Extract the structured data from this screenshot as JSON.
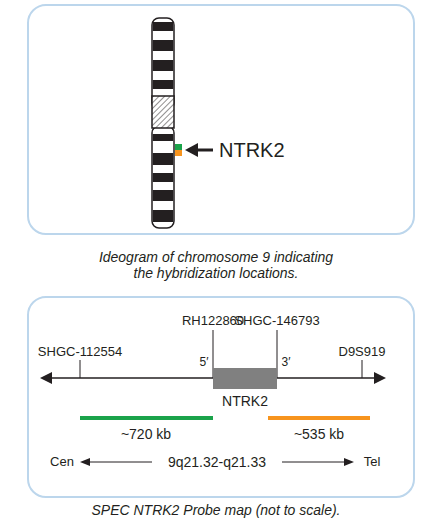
{
  "diagram": {
    "nodes": [
      {
        "text": [
          "NTRK2"
        ]
      }
    ],
    "labels": [
      "NTRK2",
      "Ideogram of chromosome 9 indicating the hybridization locations.",
      "SHGC-112554",
      "RH122860",
      "SHGC-146793",
      "D9S919",
      "5′",
      "3′",
      "~720 kb",
      "~535 kb",
      "Cen",
      "9q21.32-q21.33",
      "Tel",
      "SPEC NTRK2 Probe map (not to scale)."
    ]
  }
}
